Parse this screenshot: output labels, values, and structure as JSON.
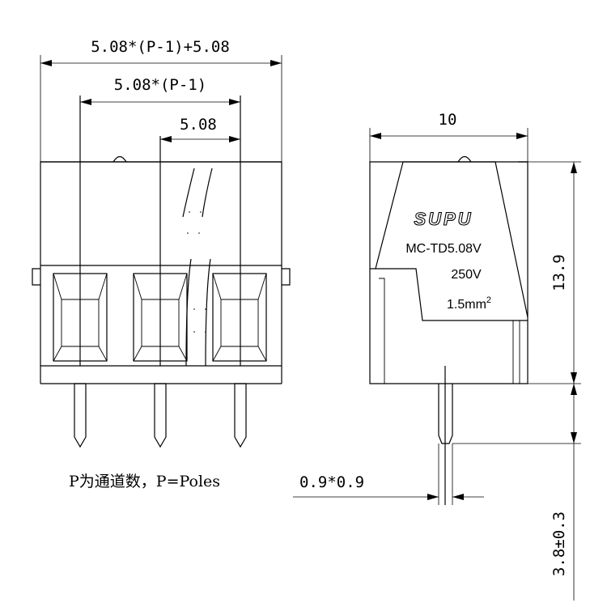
{
  "dimensions": {
    "overall_width": "5.08*(P-1)+5.08",
    "pitch_span": "5.08*(P-1)",
    "pitch": "5.08",
    "side_width": "10",
    "body_height": "13.9",
    "pin_size": "0.9*0.9",
    "pin_length": "3.8±0.3"
  },
  "note": "P为通道数，P=Poles",
  "label": {
    "brand": "SUPU",
    "model": "MC-TD5.08V",
    "voltage": "250V",
    "wire_size": "1.5mm",
    "wire_size_sup": "2"
  }
}
